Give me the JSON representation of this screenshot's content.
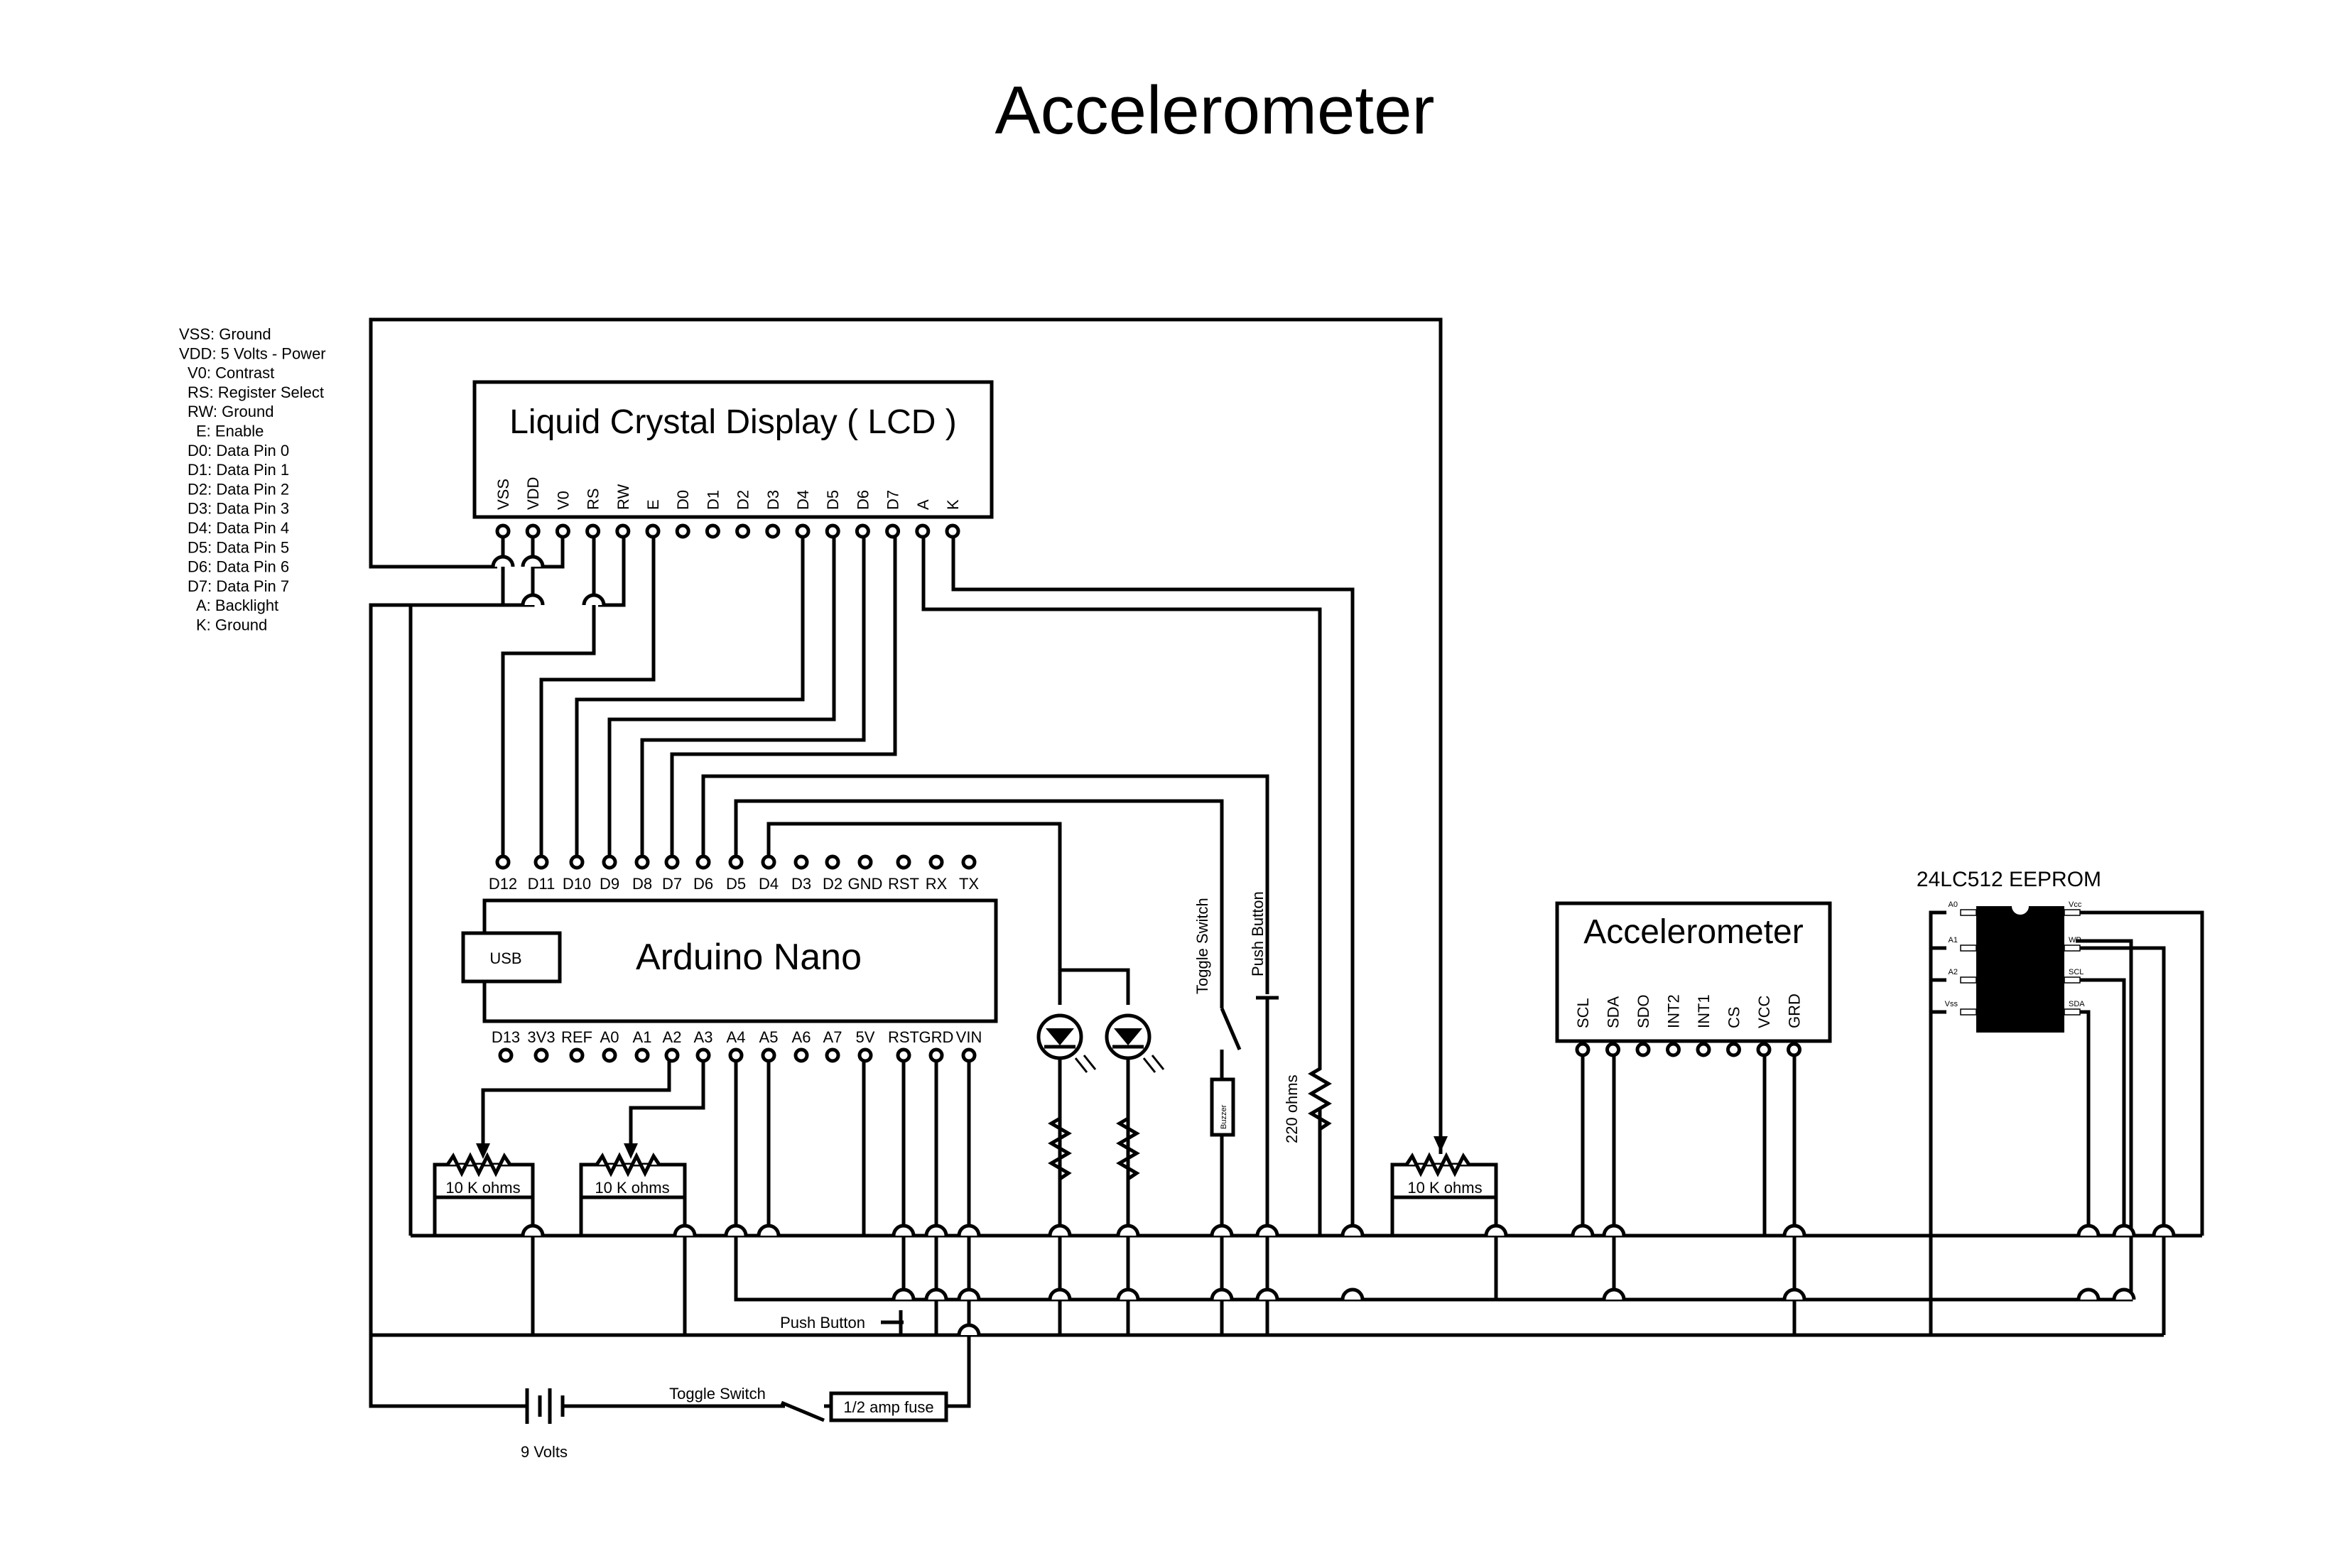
{
  "title": "Accelerometer",
  "legend": [
    "VSS: Ground",
    "VDD: 5 Volts - Power",
    "V0: Contrast",
    "RS: Register Select",
    "RW: Ground",
    "E: Enable",
    "D0: Data Pin 0",
    "D1: Data Pin 1",
    "D2: Data Pin 2",
    "D3: Data Pin 3",
    "D4: Data Pin 4",
    "D5: Data Pin 5",
    "D6: Data Pin 6",
    "D7: Data Pin 7",
    "A: Backlight",
    "K: Ground"
  ],
  "lcd": {
    "title": "Liquid Crystal Display  ( LCD )",
    "pins": [
      "VSS",
      "VDD",
      "V0",
      "RS",
      "RW",
      "E",
      "D0",
      "D1",
      "D2",
      "D3",
      "D4",
      "D5",
      "D6",
      "D7",
      "A",
      "K"
    ]
  },
  "nano": {
    "title": "Arduino Nano",
    "usb": "USB",
    "top_pins": [
      "D12",
      "D11",
      "D10",
      "D9",
      "D8",
      "D7",
      "D6",
      "D5",
      "D4",
      "D3",
      "D2",
      "GND",
      "RST",
      "RX",
      "TX"
    ],
    "bottom_pins": [
      "D13",
      "3V3",
      "REF",
      "A0",
      "A1",
      "A2",
      "A3",
      "A4",
      "A5",
      "A6",
      "A7",
      "5V",
      "RST",
      "GRD",
      "VIN"
    ]
  },
  "accelerometer": {
    "title": "Accelerometer",
    "pins": [
      "SCL",
      "SDA",
      "SDO",
      "INT2",
      "INT1",
      "CS",
      "VCC",
      "GRD"
    ]
  },
  "eeprom": {
    "title": "24LC512  EEPROM",
    "left_pins": [
      "A0",
      "A1",
      "A2",
      "Vss"
    ],
    "right_pins": [
      "Vcc",
      "WP",
      "SCL",
      "SDA"
    ]
  },
  "labels": {
    "toggle_switch": "Toggle Switch",
    "push_button": "Push Button",
    "buzzer": "Buzzer",
    "r220": "220 ohms",
    "pot": "10 K ohms",
    "battery": "9 Volts",
    "fuse": "1/2 amp fuse"
  }
}
